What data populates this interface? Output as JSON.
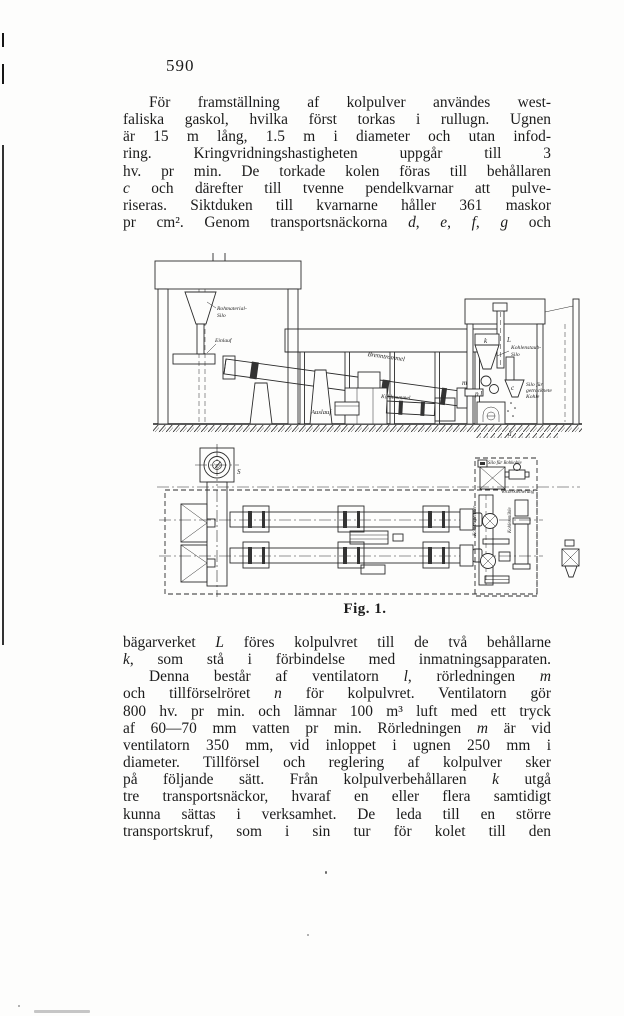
{
  "page": {
    "number": "590"
  },
  "body": {
    "para1": {
      "lines": [
        "För framställning af kolpulver användes west-",
        "faliska gaskol, hvilka först torkas i rullugn. Ugnen",
        "är 15 m lång, 1.5 m i diameter och utan infod-",
        "ring. Kringvridningshastigheten uppgår till 3",
        "hv. pr min. De torkade kolen föras till behållaren",
        "_c_ och därefter till tvenne pendelkvarnar att pulve-",
        "riseras. Siktduken till kvarnarne håller 361 maskor",
        "pr cm². Genom transportsnäckorna _d_, _e_, _f_, _g_ och"
      ]
    },
    "para2": {
      "lines": [
        "bägarverket _L_ föres kolpulvret till de två behållarne",
        "_k_, som stå i förbindelse med inmatningsapparaten.",
        "Denna består af ventilatorn _l_, rörledningen _m_",
        "och tillförselröret _n_ för kolpulvret. Ventilatorn gör",
        "800 hv. pr min. och lämnar 100 m³ luft med ett tryck",
        "af 60—70 mm vatten pr min. Rörledningen _m_ är vid",
        "ventilatorn 350 mm, vid inloppet i ugnen 250 mm i",
        "diameter. Tillförsel och reglering af kolpulver sker",
        "på följande sätt. Från kolpulverbehållaren _k_ utgå",
        "tre transportsnäckor, hvaraf en eller flera samtidigt",
        "kunna sättas i verksamhet. De leda till en större",
        "transportskruf, som i sin tur för kolet till den"
      ]
    }
  },
  "figure": {
    "caption": "Fig. 1.",
    "ink_color": "#2b2b2b",
    "paper_color": "#fdfdfc",
    "elevation_labels": {
      "rohmaterial_silo_1": "Rohmaterial-",
      "rohmaterial_silo_2": "Silo",
      "einlauf": "Einlauf",
      "brenntrommel": "Brenntrommel",
      "kuehltrommel": "Kühltrommel",
      "auslauf": "Auslauf",
      "kohlenstaub_1": "Kohlenstaub-",
      "kohlenstaub_2": "Silo",
      "letter_L": "L",
      "letter_k": "k",
      "letter_m": "m",
      "letters_pl": "p l",
      "letter_c": "c",
      "letter_d": "d",
      "silo_getrocknete_1": "Silo für",
      "silo_getrocknete_2": "getrocknete",
      "silo_getrocknete_3": "Kohle"
    },
    "plan_labels": {
      "letter_S": "S",
      "silo_rohkohle": "Silo für Rohkohle",
      "vorzerkleinerung": "Vorzerkleinerung",
      "kohlenspeicher": "Kohlenspeicher",
      "kohlenmuehle": "Kohlenmühle"
    }
  }
}
